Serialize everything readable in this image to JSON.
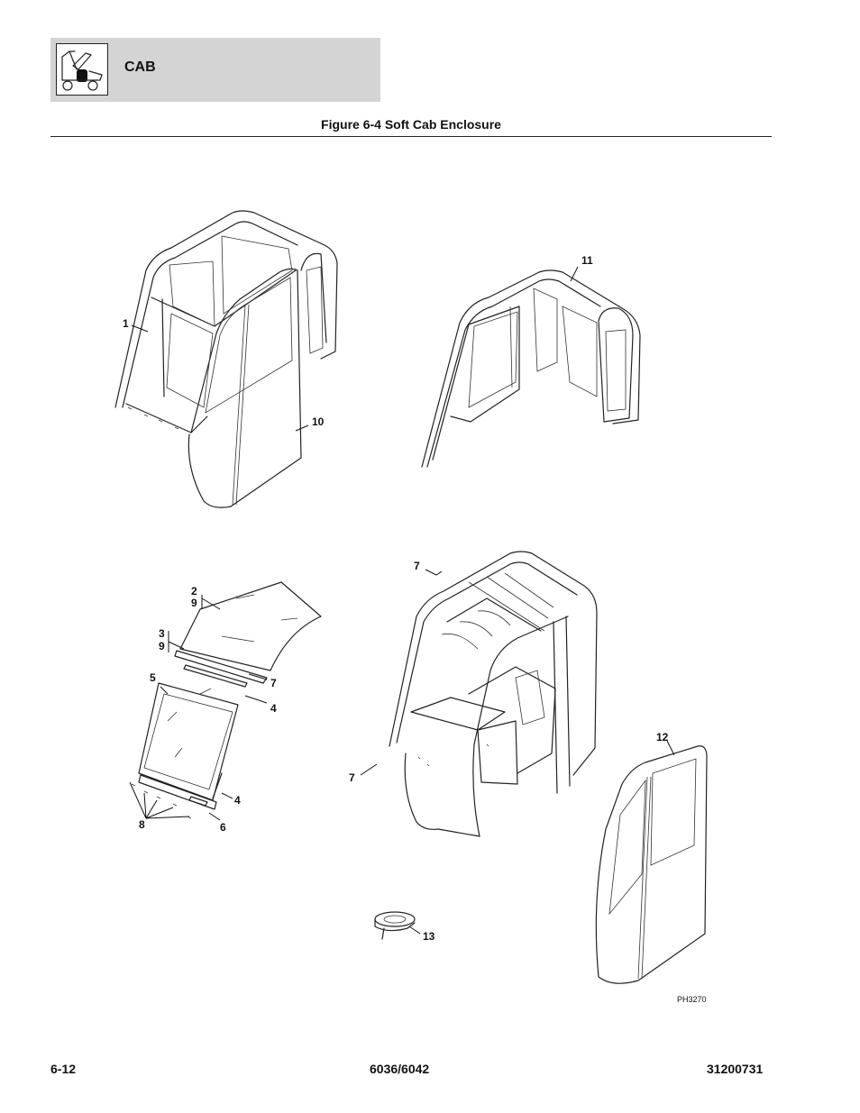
{
  "header": {
    "section_title": "CAB",
    "icon": "telehandler-cab-icon"
  },
  "figure": {
    "title": "Figure 6-4 Soft Cab Enclosure",
    "id": "PH3270"
  },
  "callouts": {
    "c1": "1",
    "c10": "10",
    "c11": "11",
    "c2": "2",
    "c9a": "9",
    "c3": "3",
    "c9b": "9",
    "c5": "5",
    "c7a": "7",
    "c4a": "4",
    "c4b": "4",
    "c8": "8",
    "c6": "6",
    "c7b": "7",
    "c7c": "7",
    "c12": "12",
    "c13": "13"
  },
  "footer": {
    "page": "6-12",
    "model": "6036/6042",
    "doc_number": "31200731"
  }
}
